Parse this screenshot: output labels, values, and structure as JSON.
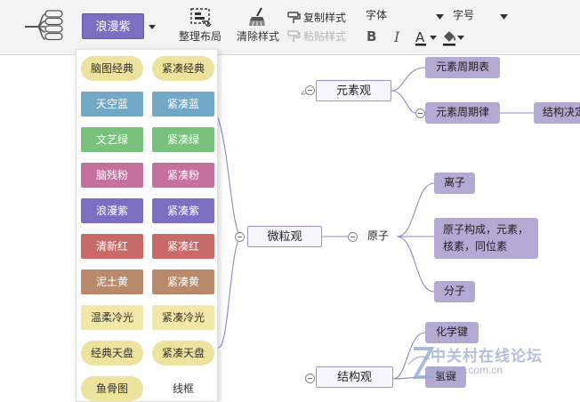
{
  "toolbar": {
    "theme_select": {
      "label": "浪漫紫",
      "color": "#7a6fc0"
    },
    "layout_tool": {
      "label": "整理布局",
      "icon": "layout-icon"
    },
    "clear_tool": {
      "label": "清除样式",
      "icon": "broom-icon"
    },
    "copy_style": {
      "label": "复制样式",
      "icon": "format-brush-icon"
    },
    "paste_style": {
      "label": "粘贴样式",
      "icon": "paste-brush-icon",
      "disabled": true
    },
    "font_family": {
      "label": "字体"
    },
    "font_size": {
      "label": "字号"
    },
    "bold": {
      "label": "B"
    },
    "italic": {
      "label": "I"
    },
    "font_color": {
      "label": "A",
      "icon": "font-color-icon"
    },
    "fill_color": {
      "icon": "paint-bucket-icon"
    }
  },
  "theme_panel": {
    "options": [
      {
        "label": "脑图经典",
        "bg": "#ece39f",
        "text_color": "#333333",
        "shape": "pill"
      },
      {
        "label": "紧凑经典",
        "bg": "#ece39f",
        "text_color": "#333333",
        "shape": "pill"
      },
      {
        "label": "天空蓝",
        "bg": "#73a7c6",
        "text_color": "#ffffff",
        "shape": "rect"
      },
      {
        "label": "紧凑蓝",
        "bg": "#73a7c6",
        "text_color": "#ffffff",
        "shape": "rect"
      },
      {
        "label": "文艺绿",
        "bg": "#79c17c",
        "text_color": "#ffffff",
        "shape": "rect"
      },
      {
        "label": "紧凑绿",
        "bg": "#79c17c",
        "text_color": "#ffffff",
        "shape": "rect"
      },
      {
        "label": "脑残粉",
        "bg": "#c4719c",
        "text_color": "#ffffff",
        "shape": "rect"
      },
      {
        "label": "紧凑粉",
        "bg": "#c4719c",
        "text_color": "#ffffff",
        "shape": "rect"
      },
      {
        "label": "浪漫紫",
        "bg": "#7a6fc0",
        "text_color": "#ffffff",
        "shape": "rect"
      },
      {
        "label": "紧凑紫",
        "bg": "#7a6fc0",
        "text_color": "#ffffff",
        "shape": "rect"
      },
      {
        "label": "清新红",
        "bg": "#c86a68",
        "text_color": "#ffffff",
        "shape": "rect"
      },
      {
        "label": "紧凑红",
        "bg": "#c86a68",
        "text_color": "#ffffff",
        "shape": "rect"
      },
      {
        "label": "泥土黄",
        "bg": "#b8896b",
        "text_color": "#ffffff",
        "shape": "rect"
      },
      {
        "label": "紧凑黄",
        "bg": "#b8896b",
        "text_color": "#ffffff",
        "shape": "rect"
      },
      {
        "label": "温柔冷光",
        "bg": "#f1e7a8",
        "text_color": "#333333",
        "shape": "rect"
      },
      {
        "label": "紧凑冷光",
        "bg": "#f1e7a8",
        "text_color": "#333333",
        "shape": "rect"
      },
      {
        "label": "经典天盘",
        "bg": "#ece39f",
        "text_color": "#333333",
        "shape": "pill"
      },
      {
        "label": "紧凑天盘",
        "bg": "#ece39f",
        "text_color": "#333333",
        "shape": "pill"
      },
      {
        "label": "鱼骨图",
        "bg": "#ece39f",
        "text_color": "#333333",
        "shape": "pill"
      },
      {
        "label": "线框",
        "bg": "#ffffff",
        "text_color": "#333333",
        "shape": "plain"
      }
    ]
  },
  "mindmap": {
    "nodes": {
      "center": "微粒观",
      "branch_elements": "元素观",
      "branch_structure": "结构观",
      "atom": "原子",
      "periodic_table": "元素周期表",
      "periodic_law": "元素周期律",
      "structure_decides": "结构决定",
      "ion": "离子",
      "atom_composition": "原子构成，元素，核素，同位素",
      "molecule": "分子",
      "chemical_bond": "化学键",
      "bond_partial": "氢键"
    },
    "colors": {
      "leaf_bg": "#b3a9d2",
      "main_border": "#9b94c9",
      "edge": "#8e86c0"
    }
  },
  "watermark": {
    "title": "中关村在线论坛",
    "url": "bbs.zol.com.cn",
    "icon": "zol-logo-icon"
  }
}
